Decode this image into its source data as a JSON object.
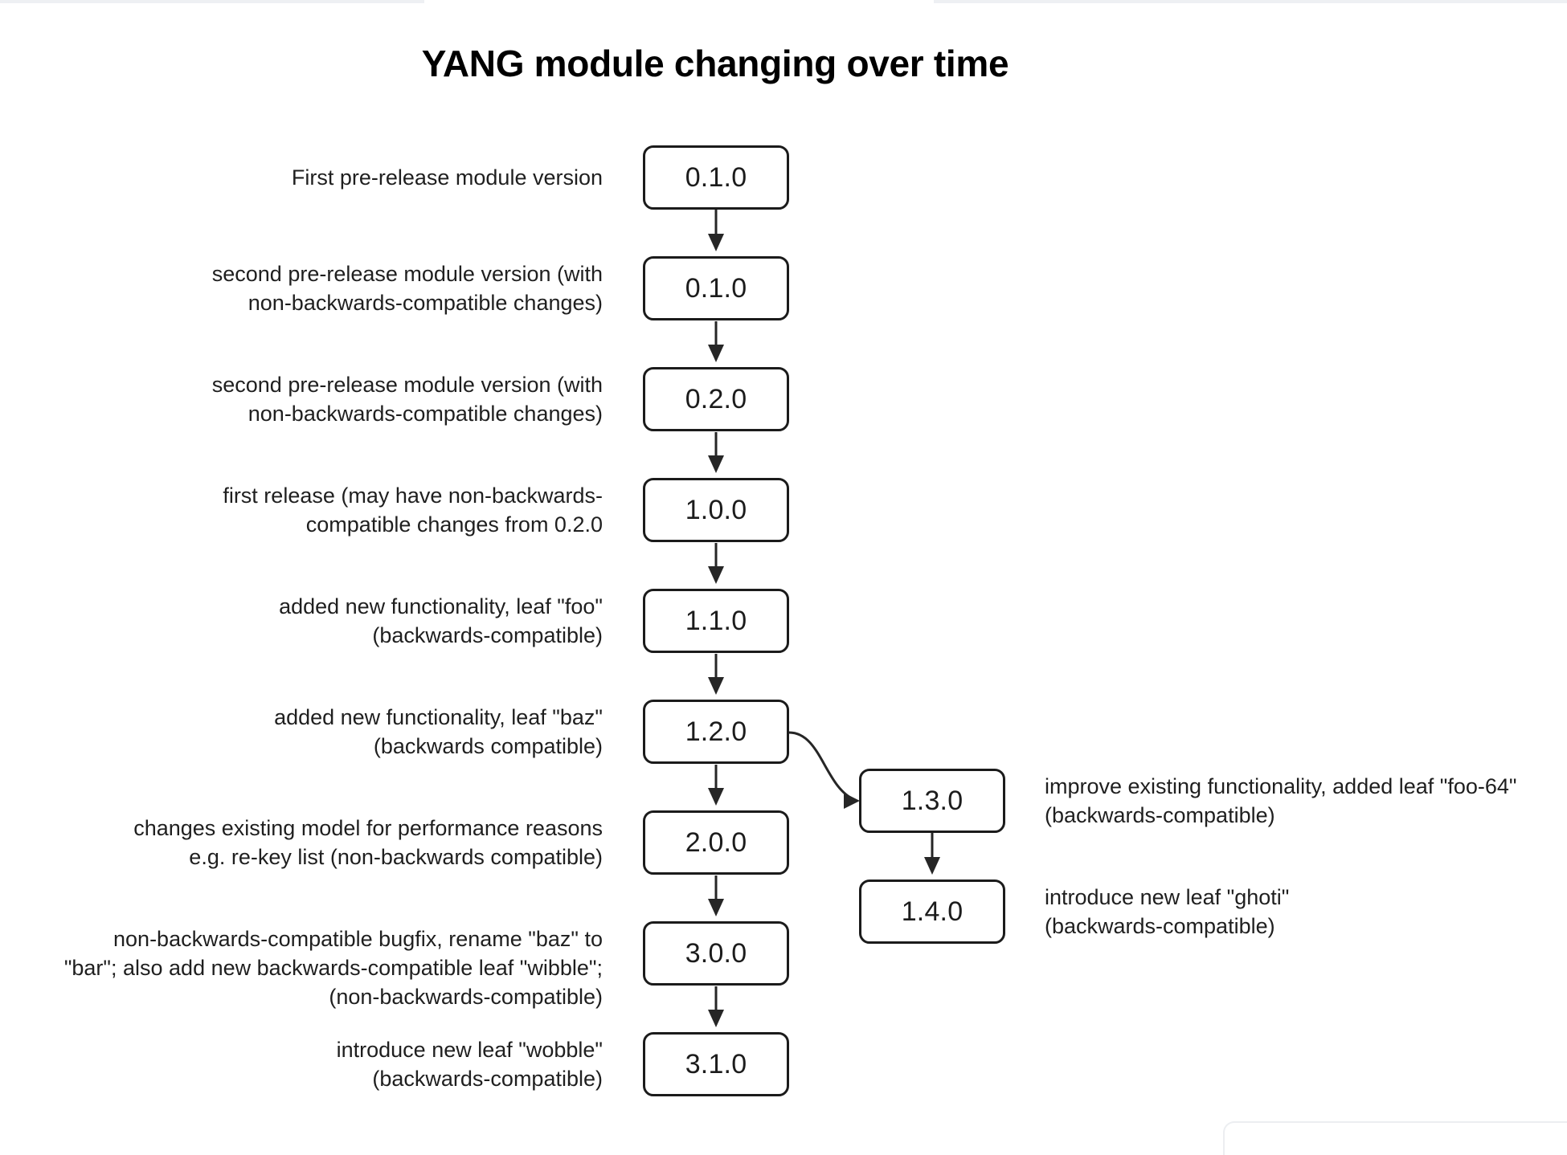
{
  "title": "YANG module changing over time",
  "chart_data": {
    "type": "diagram",
    "diagram_kind": "flowchart",
    "direction": "top-to-bottom",
    "title": "YANG module changing over time",
    "nodes": [
      {
        "id": "n0",
        "label": "0.1.0",
        "column": "main"
      },
      {
        "id": "n1",
        "label": "0.1.0",
        "column": "main"
      },
      {
        "id": "n2",
        "label": "0.2.0",
        "column": "main"
      },
      {
        "id": "n3",
        "label": "1.0.0",
        "column": "main"
      },
      {
        "id": "n4",
        "label": "1.1.0",
        "column": "main"
      },
      {
        "id": "n5",
        "label": "1.2.0",
        "column": "main"
      },
      {
        "id": "n6",
        "label": "2.0.0",
        "column": "main"
      },
      {
        "id": "n7",
        "label": "3.0.0",
        "column": "main"
      },
      {
        "id": "n8",
        "label": "3.1.0",
        "column": "main"
      },
      {
        "id": "b0",
        "label": "1.3.0",
        "column": "branch"
      },
      {
        "id": "b1",
        "label": "1.4.0",
        "column": "branch"
      }
    ],
    "edges": [
      {
        "from": "n0",
        "to": "n1",
        "style": "straight-arrow"
      },
      {
        "from": "n1",
        "to": "n2",
        "style": "straight-arrow"
      },
      {
        "from": "n2",
        "to": "n3",
        "style": "straight-arrow"
      },
      {
        "from": "n3",
        "to": "n4",
        "style": "straight-arrow"
      },
      {
        "from": "n4",
        "to": "n5",
        "style": "straight-arrow"
      },
      {
        "from": "n5",
        "to": "n6",
        "style": "straight-arrow"
      },
      {
        "from": "n5",
        "to": "b0",
        "style": "curved-arrow"
      },
      {
        "from": "n6",
        "to": "n7",
        "style": "straight-arrow"
      },
      {
        "from": "n7",
        "to": "n8",
        "style": "straight-arrow"
      },
      {
        "from": "b0",
        "to": "b1",
        "style": "straight-arrow"
      }
    ],
    "annotations": [
      {
        "node": "n0",
        "side": "left",
        "text": "First pre-release module version"
      },
      {
        "node": "n1",
        "side": "left",
        "text": "second pre-release module version (with\nnon-backwards-compatible changes)"
      },
      {
        "node": "n2",
        "side": "left",
        "text": "second pre-release module version (with\nnon-backwards-compatible changes)"
      },
      {
        "node": "n3",
        "side": "left",
        "text": "first release (may have non-backwards-\ncompatible changes from 0.2.0"
      },
      {
        "node": "n4",
        "side": "left",
        "text": "added new functionality, leaf \"foo\"\n(backwards-compatible)"
      },
      {
        "node": "n5",
        "side": "left",
        "text": "added new functionality, leaf \"baz\"\n(backwards compatible)"
      },
      {
        "node": "n6",
        "side": "left",
        "text": "changes existing model for performance reasons\ne.g. re-key list (non-backwards compatible)"
      },
      {
        "node": "n7",
        "side": "left",
        "text": "non-backwards-compatible bugfix, rename \"baz\" to\n\"bar\"; also add new backwards-compatible leaf \"wibble\";\n(non-backwards-compatible)"
      },
      {
        "node": "n8",
        "side": "left",
        "text": "introduce new leaf \"wobble\"\n(backwards-compatible)"
      },
      {
        "node": "b0",
        "side": "right",
        "text": "improve existing functionality, added leaf \"foo-64\"\n(backwards-compatible)"
      },
      {
        "node": "b1",
        "side": "right",
        "text": "introduce new leaf \"ghoti\"\n(backwards-compatible)"
      }
    ],
    "colors": {
      "node_stroke": "#1b1b1b",
      "node_fill": "#ffffff",
      "edge": "#262626",
      "text": "#1f1f1f",
      "title": "#000000",
      "background": "#ffffff"
    }
  },
  "nodes": {
    "n0": "0.1.0",
    "n1": "0.1.0",
    "n2": "0.2.0",
    "n3": "1.0.0",
    "n4": "1.1.0",
    "n5": "1.2.0",
    "n6": "2.0.0",
    "n7": "3.0.0",
    "n8": "3.1.0",
    "b0": "1.3.0",
    "b1": "1.4.0"
  },
  "labels": {
    "n0": "First pre-release module version",
    "n1": "second pre-release module version (with\nnon-backwards-compatible changes)",
    "n2": "second pre-release module version (with\nnon-backwards-compatible changes)",
    "n3": "first release (may have non-backwards-\ncompatible changes from 0.2.0",
    "n4": "added new functionality, leaf \"foo\"\n(backwards-compatible)",
    "n5": "added new functionality, leaf \"baz\"\n(backwards compatible)",
    "n6": "changes existing model for performance reasons\ne.g. re-key list (non-backwards compatible)",
    "n7": "non-backwards-compatible bugfix, rename \"baz\" to\n\"bar\"; also add new backwards-compatible leaf \"wibble\";\n(non-backwards-compatible)",
    "n8": "introduce new leaf \"wobble\"\n(backwards-compatible)",
    "b0": "improve existing functionality, added leaf \"foo-64\"\n(backwards-compatible)",
    "b1": "introduce new leaf \"ghoti\"\n(backwards-compatible)"
  }
}
